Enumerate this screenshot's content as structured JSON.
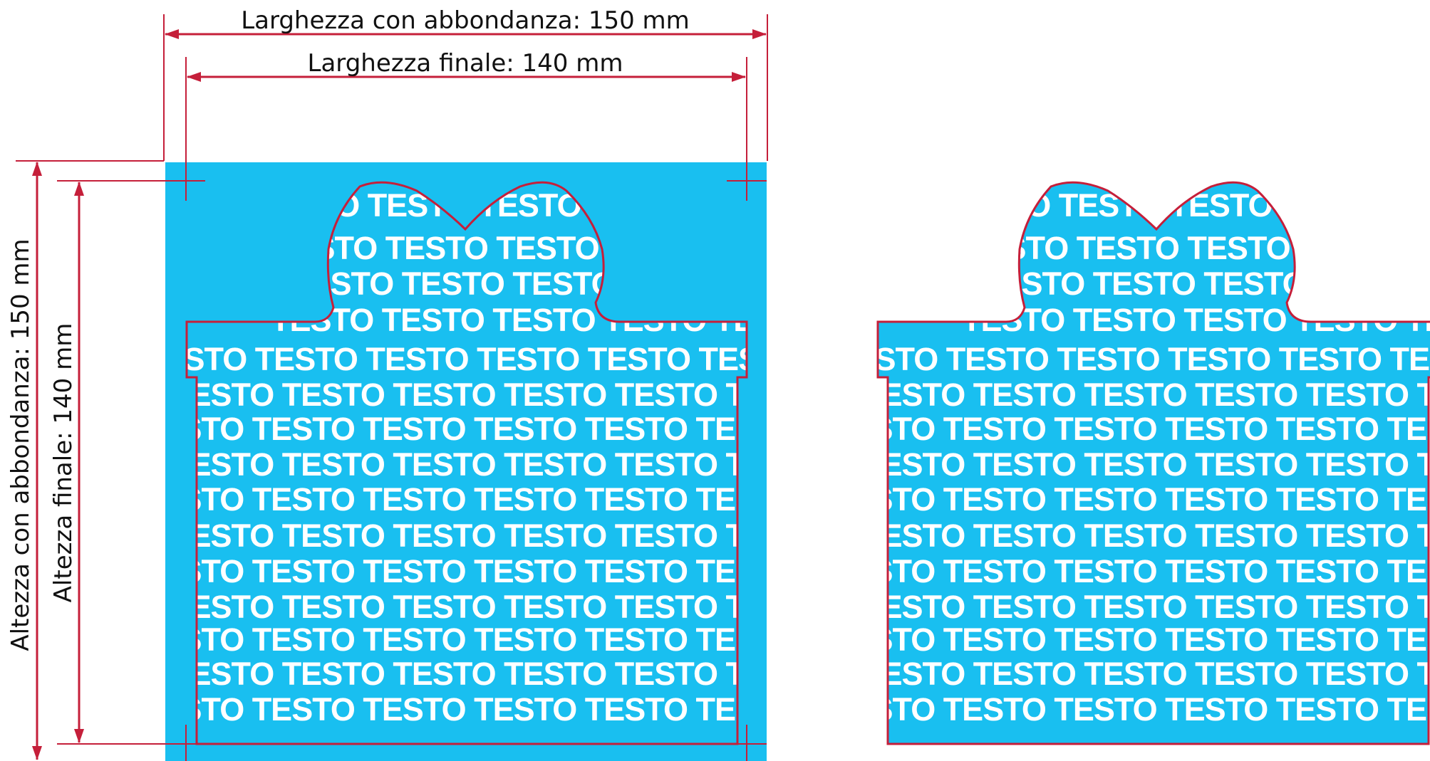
{
  "labels": {
    "width_bleed": "Larghezza con abbondanza: 150 mm",
    "width_final": "Larghezza finale: 140 mm",
    "height_bleed": "Altezza con abbondanza: 150 mm",
    "height_final": "Altezza finale: 140 mm"
  },
  "fill_word": "TESTO",
  "colors": {
    "cyan": "#19bff0",
    "dimension_line": "#c51f3a",
    "cut_line": "#c51f3a",
    "text": "#ffffff"
  }
}
